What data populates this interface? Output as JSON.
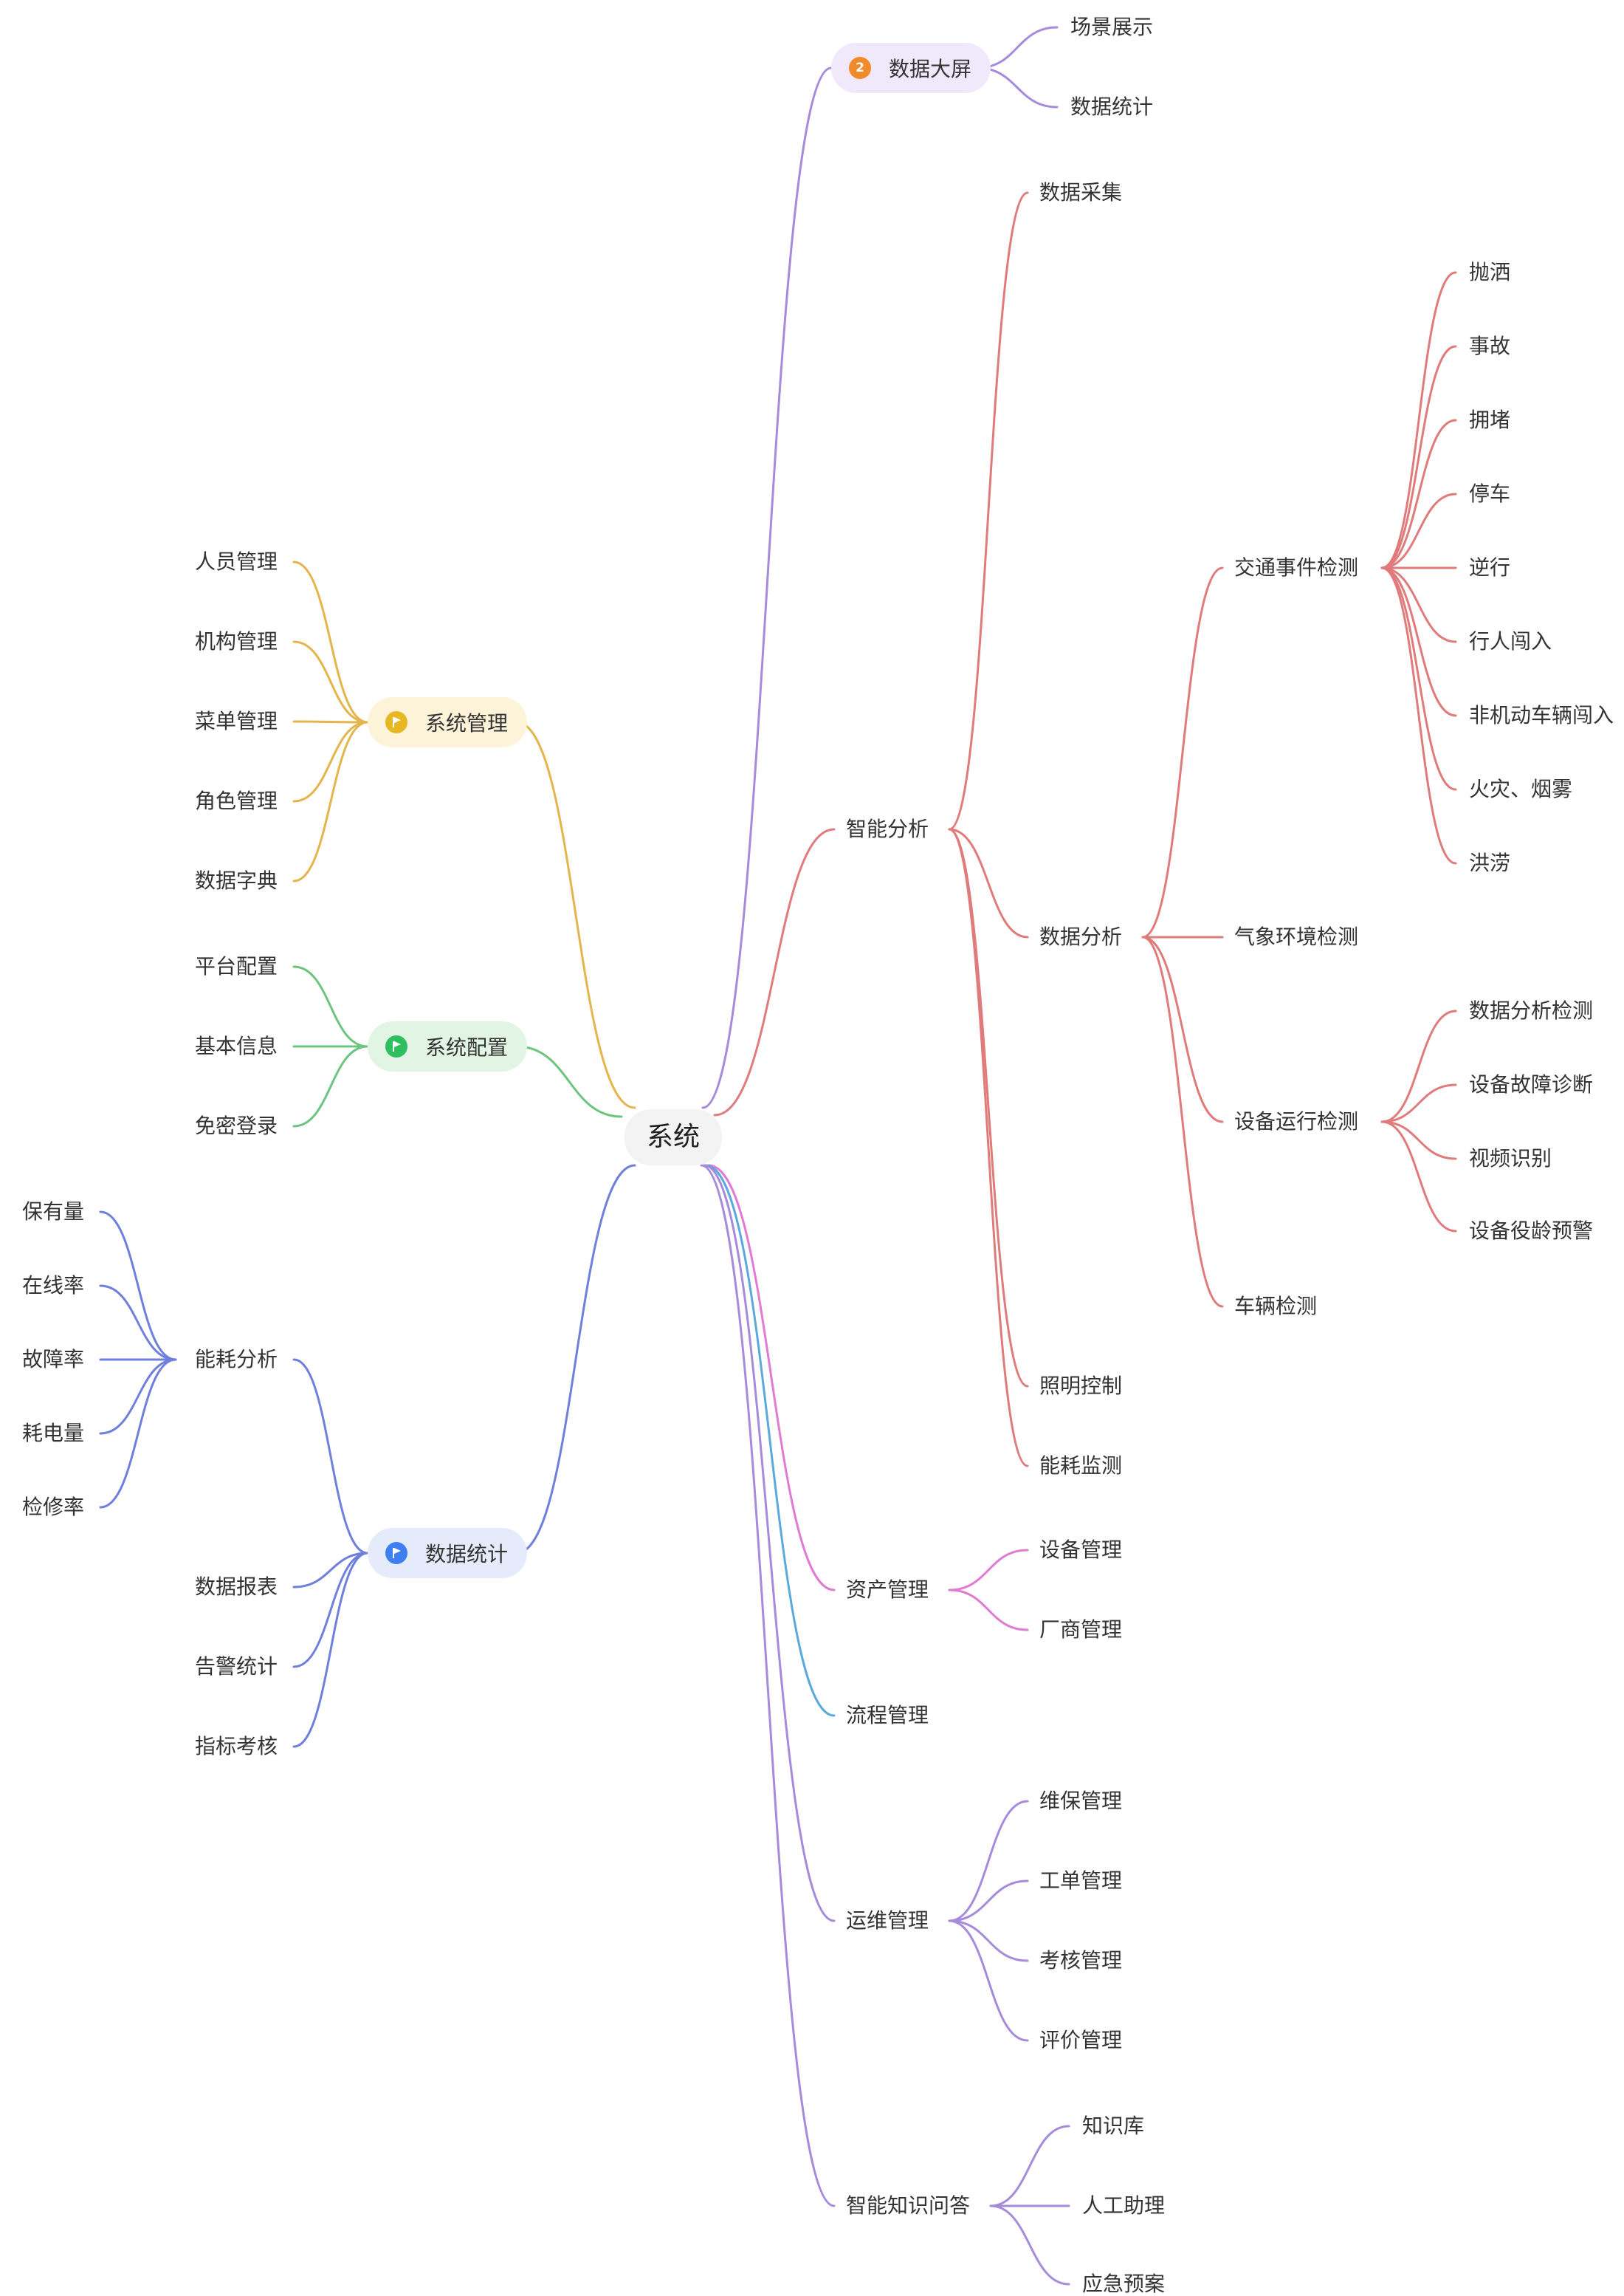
{
  "root": "系统",
  "colors": {
    "purple": "#a78bdb",
    "red": "#e07b7b",
    "pink": "#e07ad3",
    "blue": "#5aa9dc",
    "yellow": "#e3b54b",
    "green": "#6cc47e",
    "indigo": "#6f7fdc"
  },
  "branches": {
    "data_screen": {
      "label": "数据大屏",
      "badge": "2",
      "children": [
        "场景展示",
        "数据统计"
      ]
    },
    "smart_analysis": {
      "label": "智能分析",
      "children": {
        "collection": "数据采集",
        "analysis": {
          "label": "数据分析",
          "traffic": {
            "label": "交通事件检测",
            "items": [
              "抛洒",
              "事故",
              "拥堵",
              "停车",
              "逆行",
              "行人闯入",
              "非机动车辆闯入",
              "火灾、烟雾",
              "洪涝"
            ]
          },
          "weather": "气象环境检测",
          "device": {
            "label": "设备运行检测",
            "items": [
              "数据分析检测",
              "设备故障诊断",
              "视频识别",
              "设备役龄预警"
            ]
          },
          "vehicle": "车辆检测"
        },
        "lighting": "照明控制",
        "energy": "能耗监测"
      }
    },
    "assets": {
      "label": "资产管理",
      "children": [
        "设备管理",
        "厂商管理"
      ]
    },
    "process": {
      "label": "流程管理"
    },
    "ops": {
      "label": "运维管理",
      "children": [
        "维保管理",
        "工单管理",
        "考核管理",
        "评价管理"
      ]
    },
    "knowledge": {
      "label": "智能知识问答",
      "children": [
        "知识库",
        "人工助理",
        "应急预案"
      ]
    },
    "sys_admin": {
      "label": "系统管理",
      "children": [
        "人员管理",
        "机构管理",
        "菜单管理",
        "角色管理",
        "数据字典"
      ]
    },
    "sys_config": {
      "label": "系统配置",
      "children": [
        "平台配置",
        "基本信息",
        "免密登录"
      ]
    },
    "stats": {
      "label": "数据统计",
      "energy_analysis": {
        "label": "能耗分析",
        "items": [
          "保有量",
          "在线率",
          "故障率",
          "耗电量",
          "检修率"
        ]
      },
      "children": [
        "数据报表",
        "告警统计",
        "指标考核"
      ]
    }
  }
}
